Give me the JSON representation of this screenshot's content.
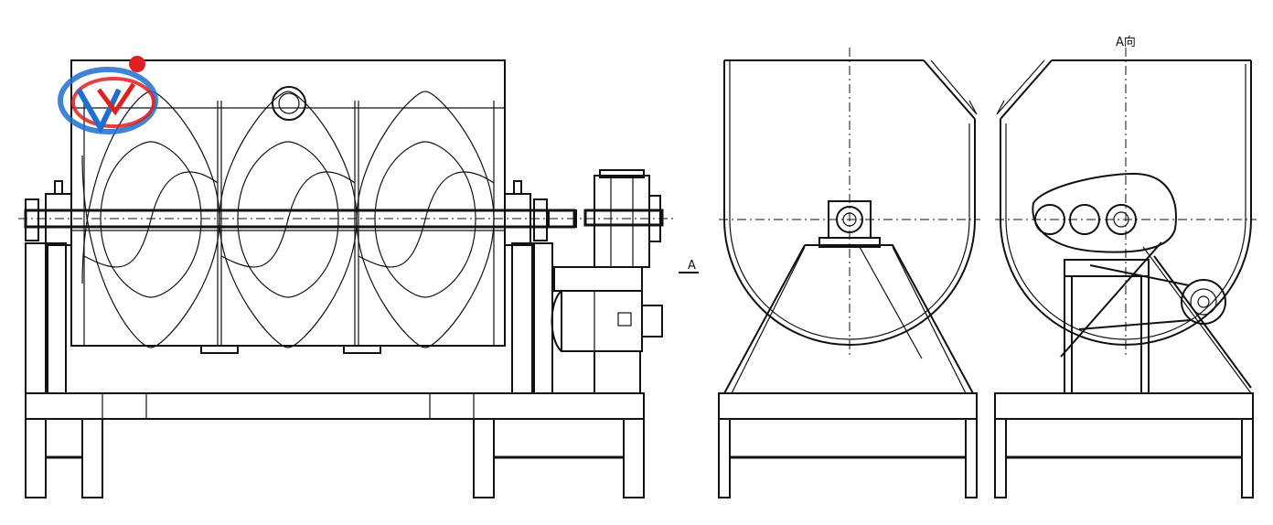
{
  "labels": {
    "section_arrow": "A",
    "view_title": "A向"
  },
  "logo": {
    "letters": "VY",
    "colors": {
      "blue": "#1e6fd0",
      "red": "#e02020"
    }
  }
}
